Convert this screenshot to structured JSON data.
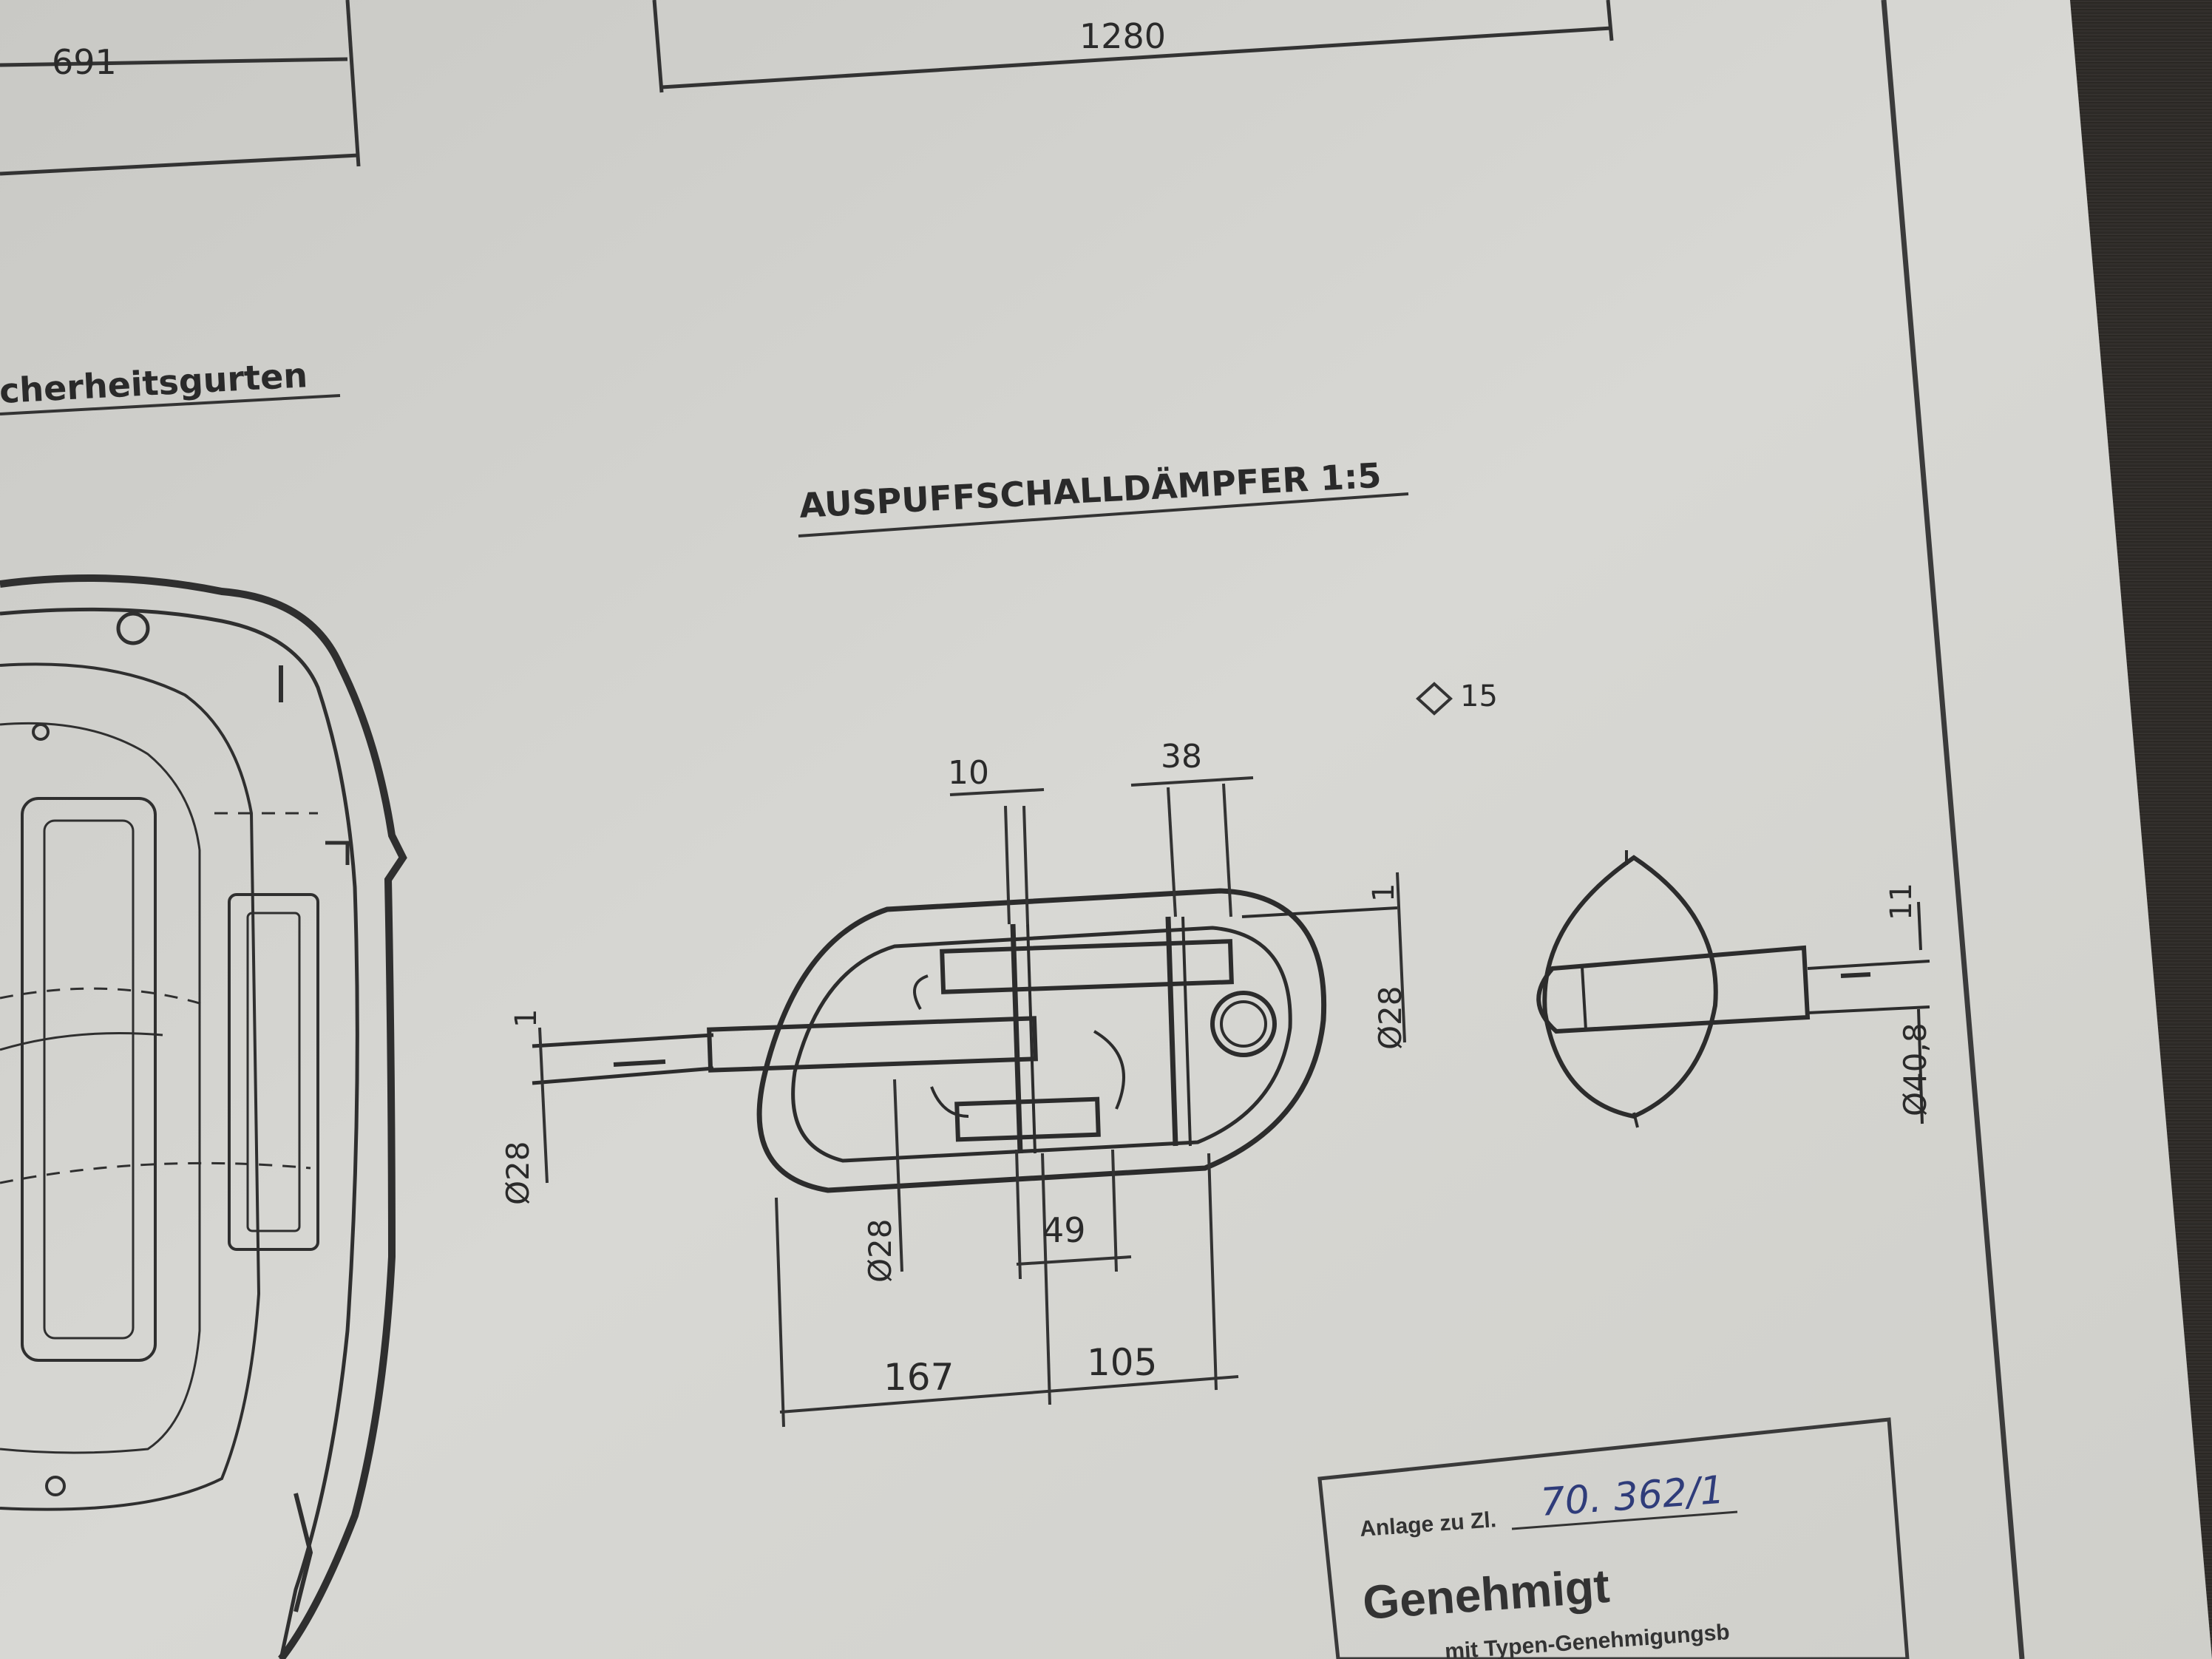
{
  "document": {
    "heading_fragment": "cherheitsgurten",
    "main_title": "AUSPUFFSCHALLDÄMPFER  1:5",
    "surface_symbol": "15",
    "top_dimensions": {
      "left": "691",
      "center": "1280"
    }
  },
  "muffler_dimensions": {
    "d10": "10",
    "d38": "38",
    "d1_right": "1",
    "dia28_right": "Ø28",
    "d1_left": "1",
    "dia28_left": "Ø28",
    "dia28_lower": "Ø28",
    "d49": "49",
    "d167": "167",
    "d105": "105",
    "d11": "11",
    "dia40_8": "Ø40,8"
  },
  "stamp": {
    "label": "Anlage zu Zl.",
    "number": "70. 362/1",
    "status": "Genehmigt",
    "subtext": "mit Typen-Genehmigungsb"
  }
}
